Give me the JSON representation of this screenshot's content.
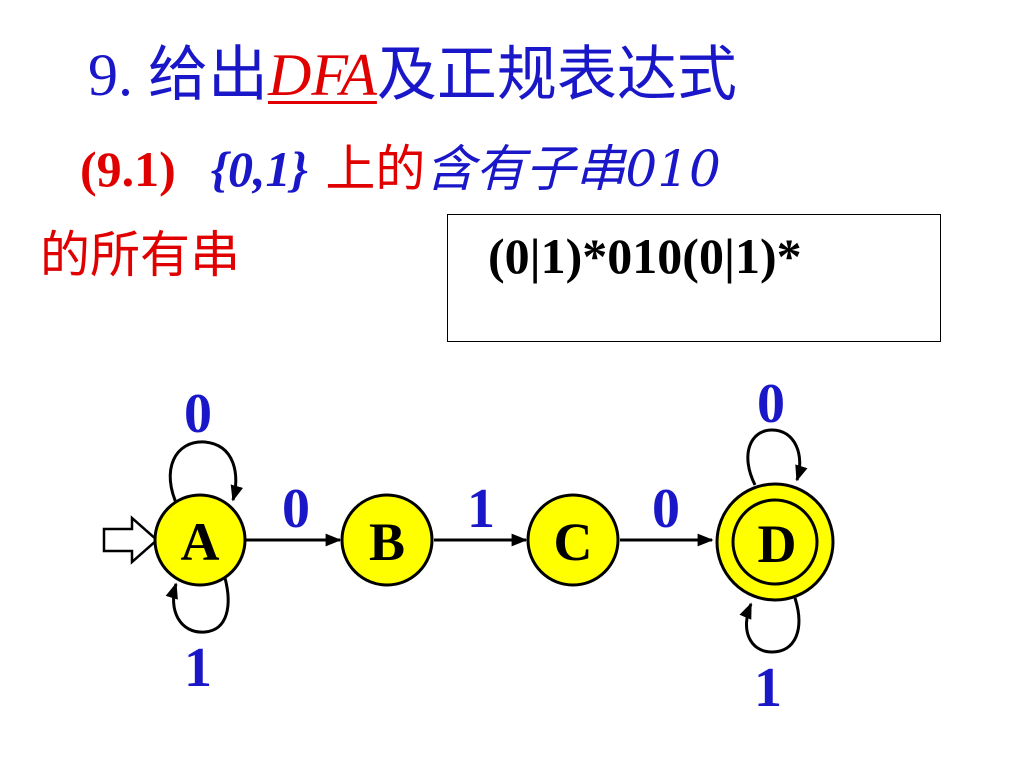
{
  "title": {
    "number": "9.",
    "prefix": "给出",
    "dfa": "DFA",
    "suffix": "及正规表达式"
  },
  "subtitle": {
    "label": "(9.1)",
    "alphabet": "{0,1}",
    "text_red": "上的",
    "text_blue": "含有子串010",
    "line2": "的所有串"
  },
  "regex": "(0|1)*010(0|1)*",
  "automaton": {
    "states": [
      {
        "id": "A",
        "label": "A",
        "start": true,
        "accept": false
      },
      {
        "id": "B",
        "label": "B",
        "start": false,
        "accept": false
      },
      {
        "id": "C",
        "label": "C",
        "start": false,
        "accept": false
      },
      {
        "id": "D",
        "label": "D",
        "start": false,
        "accept": true
      }
    ],
    "transitions": [
      {
        "from": "A",
        "to": "A",
        "symbol": "0"
      },
      {
        "from": "A",
        "to": "A",
        "symbol": "1"
      },
      {
        "from": "A",
        "to": "B",
        "symbol": "0"
      },
      {
        "from": "B",
        "to": "C",
        "symbol": "1"
      },
      {
        "from": "C",
        "to": "D",
        "symbol": "0"
      },
      {
        "from": "D",
        "to": "D",
        "symbol": "0"
      },
      {
        "from": "D",
        "to": "D",
        "symbol": "1"
      }
    ]
  },
  "colors": {
    "state_fill": "#ffff00",
    "edge_label": "#1a17c9",
    "title": "#1a17c9",
    "highlight": "#e00000"
  }
}
